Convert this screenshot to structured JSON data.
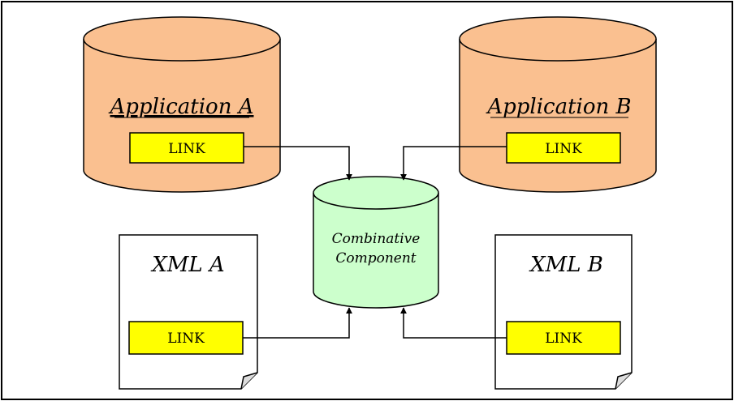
{
  "diagram": {
    "application_a": {
      "label": "Application A",
      "link_label": "LINK"
    },
    "application_b": {
      "label": "Application B",
      "link_label": "LINK"
    },
    "combinative_component": {
      "label_line1": "Combinative",
      "label_line2": "Component"
    },
    "xml_a": {
      "label": "XML A",
      "link_label": "LINK"
    },
    "xml_b": {
      "label": "XML B",
      "link_label": "LINK"
    }
  },
  "colors": {
    "application_fill": "#fac090",
    "component_fill": "#ccffcc",
    "link_fill": "#ffff00",
    "stroke": "#000000",
    "document_fill": "#ffffff"
  }
}
